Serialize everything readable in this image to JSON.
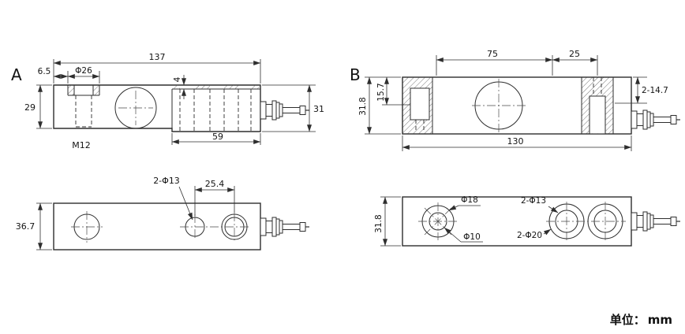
{
  "labels": {
    "variant_a": "A",
    "variant_b": "B"
  },
  "footer": {
    "unit_label": "单位：",
    "unit_value": "mm"
  },
  "a_side": {
    "overall_length": "137",
    "edge_offset": "6.5",
    "counterbore_dia": "Φ26",
    "recess_depth": "4",
    "height_left": "29",
    "height_right": "31",
    "thread_spec": "M12",
    "mount_span": "59"
  },
  "a_plan": {
    "hole_callout": "2-Φ13",
    "hole_spacing": "25.4",
    "body_width": "36.7"
  },
  "b_side": {
    "span_left": "75",
    "span_right": "25",
    "pocket_depth": "15.7",
    "body_height": "31.8",
    "hole_callout": "2-14.7",
    "overall_length": "130"
  },
  "b_plan": {
    "outer_dia": "Φ18",
    "inner_holes": "2-Φ13",
    "inner_dia": "Φ10",
    "outer_holes": "2-Φ20",
    "body_width": "31.8"
  }
}
